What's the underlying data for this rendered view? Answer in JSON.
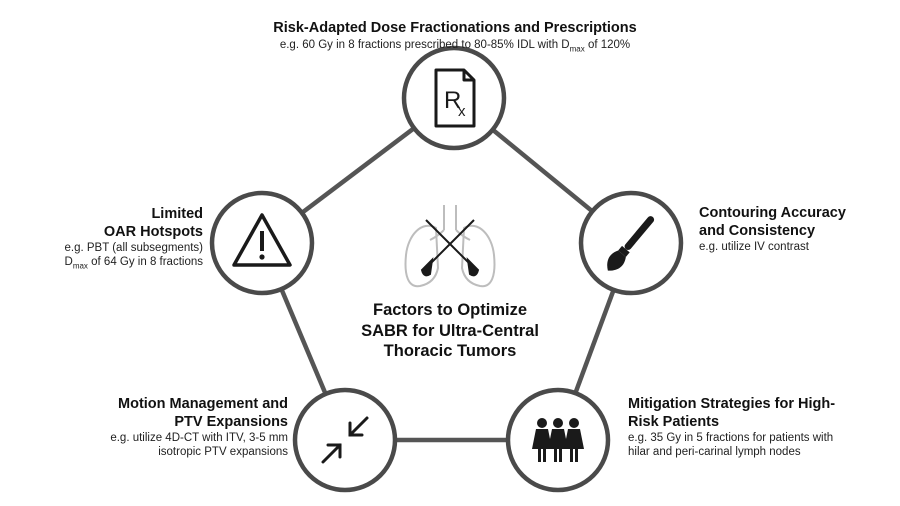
{
  "center": {
    "title_lines": [
      "Factors to Optimize",
      "SABR for Ultra-Central",
      "Thoracic Tumors"
    ]
  },
  "nodes": {
    "top": {
      "title": "Risk-Adapted Dose Fractionations and Prescriptions",
      "detail_prefix": "e.g. 60 Gy in 8 fractions prescribed to 80-85% IDL with D",
      "detail_sub": "max",
      "detail_suffix": " of 120%",
      "icon": "prescription-rx-icon"
    },
    "upper_right": {
      "title_lines": [
        "Contouring Accuracy",
        "and Consistency"
      ],
      "detail": "e.g. utilize IV contrast",
      "icon": "paintbrush-icon"
    },
    "lower_right": {
      "title_lines": [
        "Mitigation Strategies for High-",
        "Risk Patients"
      ],
      "detail_lines": [
        "e.g. 35 Gy in 5 fractions for patients with",
        "hilar and peri-carinal lymph nodes"
      ],
      "icon": "people-group-icon"
    },
    "lower_left": {
      "title_lines": [
        "Motion Management and",
        "PTV Expansions"
      ],
      "detail_lines": [
        "e.g. utilize 4D-CT with ITV, 3-5 mm",
        "isotropic PTV expansions"
      ],
      "icon": "arrows-inward-icon"
    },
    "upper_left": {
      "title_lines": [
        "Limited",
        "OAR Hotspots"
      ],
      "detail_line1": "e.g. PBT (all subsegments)",
      "detail_line2_prefix": "D",
      "detail_line2_sub": "max",
      "detail_line2_suffix": " of 64 Gy in 8 fractions",
      "icon": "warning-triangle-icon"
    }
  },
  "colors": {
    "ring_stroke": "#4a4a4a",
    "icon": "#1a1a1a",
    "lungs_outline": "#bdbdbd"
  }
}
